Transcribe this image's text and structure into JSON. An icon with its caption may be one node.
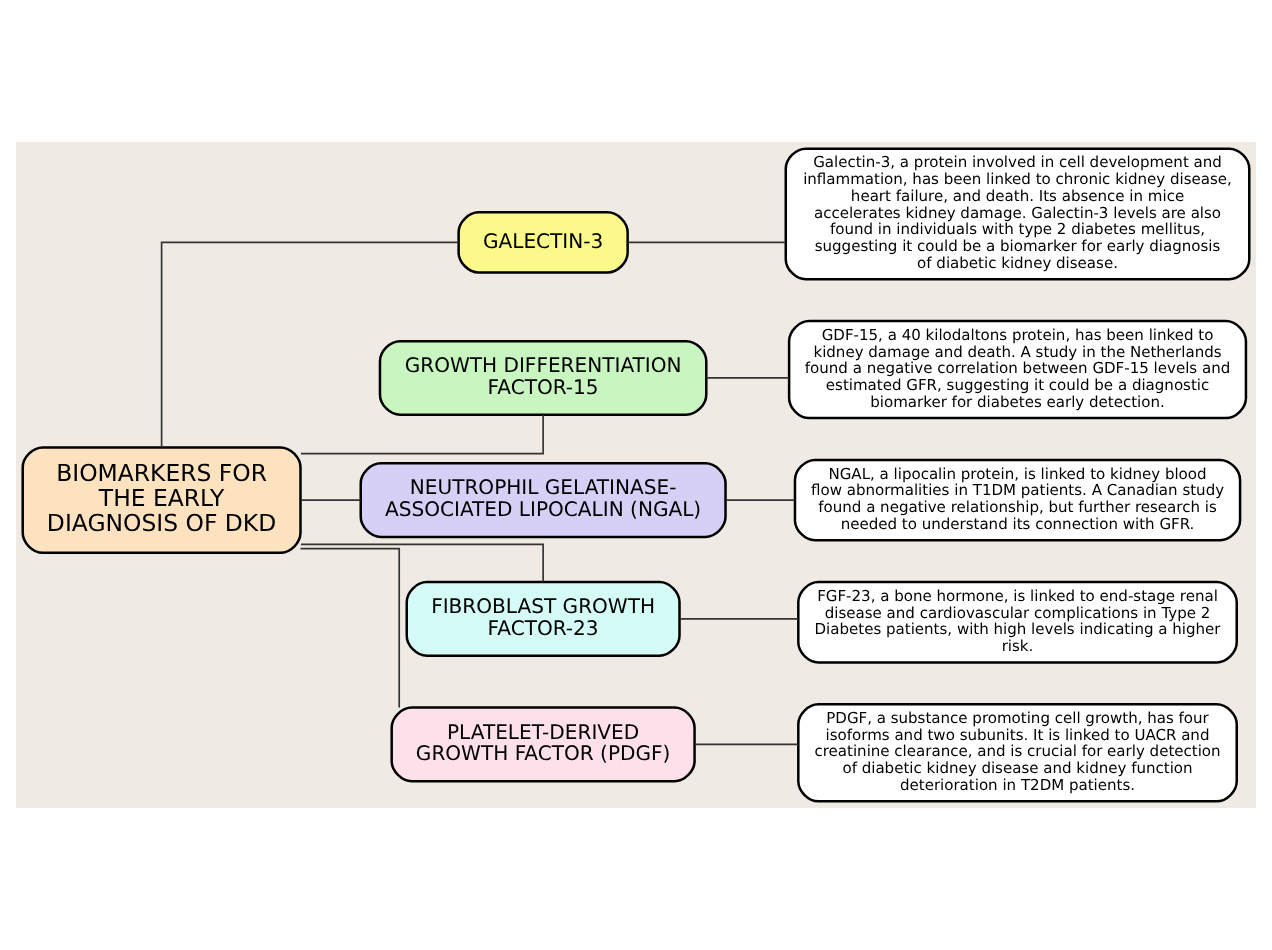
{
  "diagram": {
    "nodes": [
      {
        "text": [
          "BIOMARKERS FOR THE EARLY DIAGNOSIS OF DKD"
        ]
      },
      {
        "text": [
          "GALECTIN-3"
        ]
      },
      {
        "text": [
          "GROWTH DIFFERENTIATION FACTOR-15"
        ]
      },
      {
        "text": [
          "NEUTROPHIL GELATINASE-ASSOCIATED LIPOCALIN (NGAL)"
        ]
      },
      {
        "text": [
          "FIBROBLAST GROWTH FACTOR-23"
        ]
      },
      {
        "text": [
          "PLATELET-DERIVED GROWTH FACTOR (PDGF)"
        ]
      },
      {
        "text": [
          "Galectin-3, a protein involved in cell development and inflammation, has been linked to chronic kidney disease, heart failure, and death. Its absence in mice accelerates kidney damage. Galectin-3 levels are also found in individuals with type 2 diabetes mellitus, suggesting it could be a biomarker for early diagnosis of diabetic kidney disease."
        ]
      },
      {
        "text": [
          "GDF-15, a 40 kilodaltons protein, has been linked to kidney damage and death. A study in the Netherlands found a negative correlation between GDF-15 levels and estimated GFR, suggesting it could be a diagnostic biomarker for diabetes early detection."
        ]
      },
      {
        "text": [
          "NGAL, a lipocalin protein, is linked to kidney blood flow abnormalities in T1DM patients. A Canadian study found a negative relationship, but further research is needed to understand its connection with GFR."
        ]
      },
      {
        "text": [
          "FGF-23, a bone hormone, is linked to end-stage renal disease and cardiovascular complications in Type 2 Diabetes patients, with high levels indicating a higher risk."
        ]
      },
      {
        "text": [
          "PDGF, a substance promoting cell growth, has four isoforms and two subunits. It is linked to UACR and creatinine clearance, and is crucial for early detection of diabetic kidney disease and kidney function deterioration in T2DM patients."
        ]
      }
    ],
    "edges": [
      {
        "from": 0,
        "to": 1,
        "arrow": "none"
      },
      {
        "from": 0,
        "to": 2,
        "arrow": "none"
      },
      {
        "from": 0,
        "to": 3,
        "arrow": "none"
      },
      {
        "from": 0,
        "to": 4,
        "arrow": "none"
      },
      {
        "from": 0,
        "to": 5,
        "arrow": "none"
      },
      {
        "from": 1,
        "to": 6,
        "arrow": "none"
      },
      {
        "from": 2,
        "to": 7,
        "arrow": "none"
      },
      {
        "from": 3,
        "to": 8,
        "arrow": "none"
      },
      {
        "from": 4,
        "to": 9,
        "arrow": "none"
      },
      {
        "from": 5,
        "to": 10,
        "arrow": "none"
      }
    ]
  }
}
